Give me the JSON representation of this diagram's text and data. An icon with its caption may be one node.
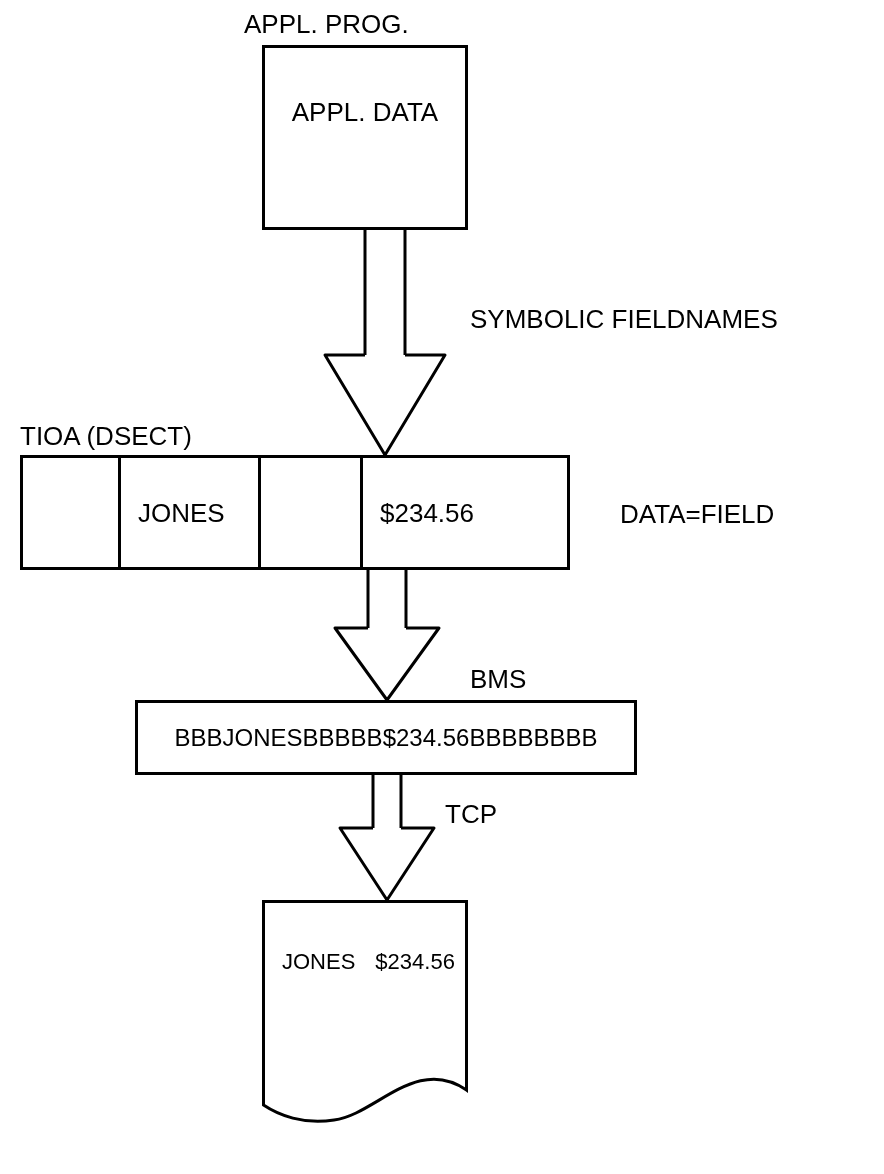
{
  "diagram": {
    "nodes": [
      {
        "text": [
          "APPL. PROG.",
          "APPL. DATA"
        ]
      },
      {
        "text": [
          "TIOA (DSECT)"
        ],
        "beside": [
          "DATA=FIELD"
        ]
      },
      {
        "text": [],
        "shape": "box",
        "in": 1
      },
      {
        "text": [
          "JONES"
        ],
        "in": 1
      },
      {
        "text": [],
        "shape": "box",
        "in": 1
      },
      {
        "text": [
          "$234.56"
        ],
        "in": 1
      },
      {
        "text": [
          "BBBJONESBBBBB$234.56BBBBBBBB"
        ]
      },
      {
        "text": [
          "JONES",
          "$234.56"
        ]
      }
    ],
    "edges": [
      {
        "from": 0,
        "to": 1,
        "arrow": "to",
        "label": "SYMBOLIC FIELDNAMES"
      },
      {
        "from": 1,
        "to": 6,
        "arrow": "to",
        "label": "BMS"
      },
      {
        "from": 6,
        "to": 7,
        "arrow": "to",
        "label": "TCP"
      }
    ]
  }
}
